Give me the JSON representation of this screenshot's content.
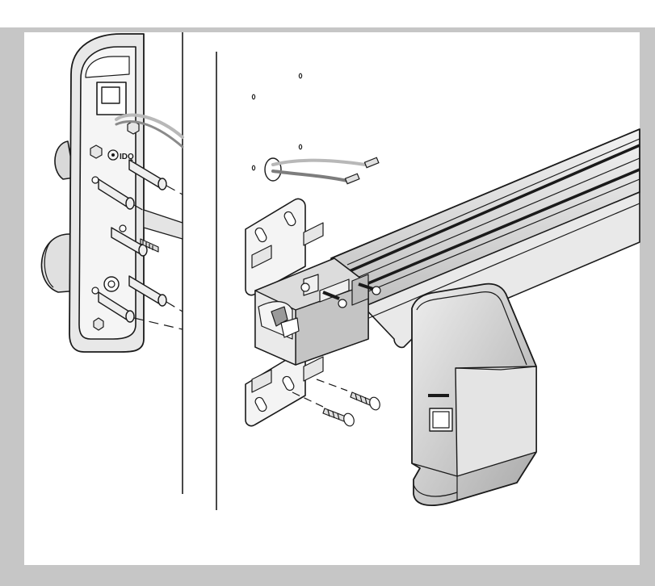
{
  "figure": {
    "frame_color": "#c6c6c6",
    "background": "#ffffff",
    "ink": "#1a1a1a",
    "part_fill": "#d3d3d3",
    "part_shadow": "#8c8c8c",
    "wire_colors": [
      "#b8b8b8",
      "#7d7d7d"
    ]
  },
  "keypad": {
    "logo_text": "IDQ",
    "logo_icon": "gear-icon",
    "indicator_icon": "card-reader-icon"
  },
  "exit_device": {
    "fasteners": 4,
    "mounting_screws": 2
  }
}
